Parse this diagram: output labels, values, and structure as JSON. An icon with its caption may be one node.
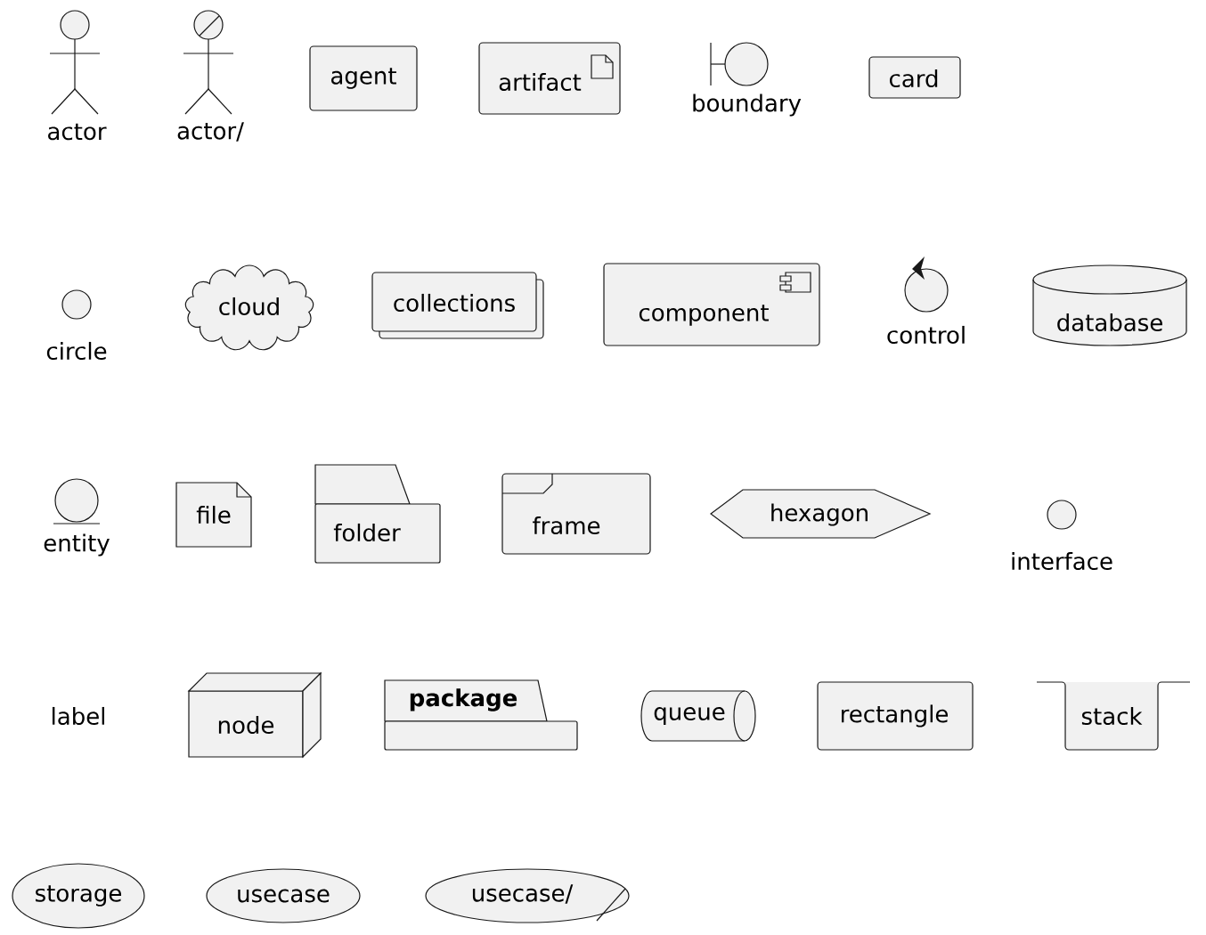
{
  "diagram": {
    "nodes": [
      {
        "text": [
          "actor"
        ]
      },
      {
        "text": [
          "actor/"
        ]
      },
      {
        "text": [
          "agent"
        ]
      },
      {
        "text": [
          "artifact"
        ]
      },
      {
        "text": [
          "boundary"
        ]
      },
      {
        "text": [
          "card"
        ]
      },
      {
        "text": [
          "circle"
        ]
      },
      {
        "text": [
          "cloud"
        ]
      },
      {
        "text": [
          "collections"
        ]
      },
      {
        "text": [
          "component"
        ]
      },
      {
        "text": [
          "control"
        ]
      },
      {
        "text": [
          "database"
        ]
      },
      {
        "text": [
          "entity"
        ]
      },
      {
        "text": [
          "file"
        ]
      },
      {
        "text": [
          "folder"
        ]
      },
      {
        "text": [
          "frame"
        ]
      },
      {
        "text": [
          "hexagon"
        ]
      },
      {
        "text": [
          "interface"
        ]
      },
      {
        "text": [
          "node"
        ]
      },
      {
        "text": [
          "package"
        ]
      },
      {
        "text": [
          "queue"
        ]
      },
      {
        "text": [
          "rectangle"
        ]
      },
      {
        "text": [
          "stack"
        ]
      },
      {
        "text": [
          "storage"
        ]
      },
      {
        "text": [
          "usecase"
        ]
      },
      {
        "text": [
          "usecase/"
        ]
      }
    ],
    "labels": [
      "label"
    ]
  }
}
